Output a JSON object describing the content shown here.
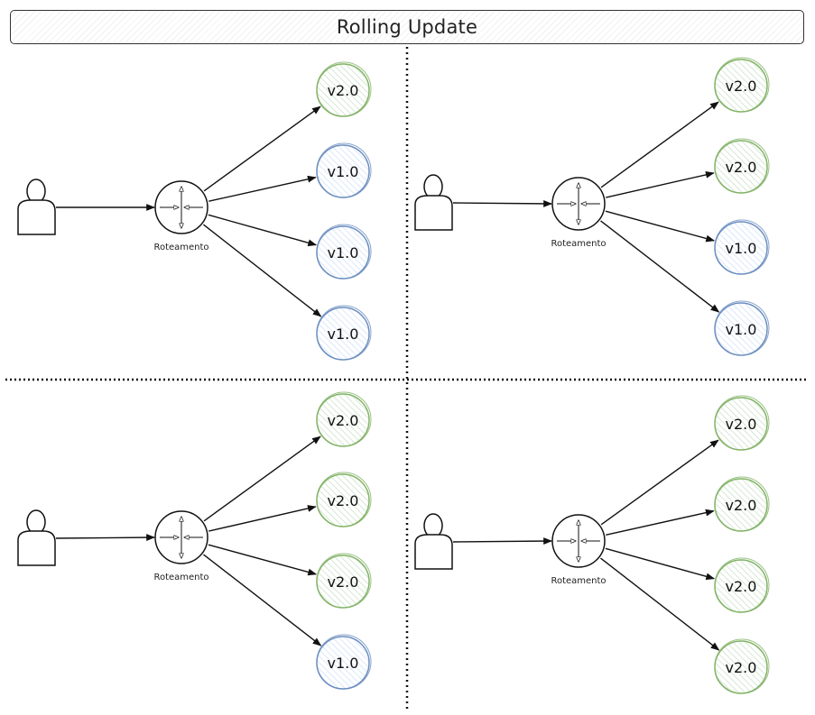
{
  "title": "Rolling Update",
  "colors": {
    "old_version_stroke": "#6c8ebf",
    "old_version_fill": "#dae8fc",
    "new_version_stroke": "#82b366",
    "new_version_fill": "#d5e8d4",
    "line": "#111111"
  },
  "panels": [
    {
      "router_label": "Roteamento",
      "instances": [
        "v2.0",
        "v1.0",
        "v1.0",
        "v1.0"
      ]
    },
    {
      "router_label": "Roteamento",
      "instances": [
        "v2.0",
        "v2.0",
        "v1.0",
        "v1.0"
      ]
    },
    {
      "router_label": "Roteamento",
      "instances": [
        "v2.0",
        "v2.0",
        "v2.0",
        "v1.0"
      ]
    },
    {
      "router_label": "Roteamento",
      "instances": [
        "v2.0",
        "v2.0",
        "v2.0",
        "v2.0"
      ]
    }
  ]
}
